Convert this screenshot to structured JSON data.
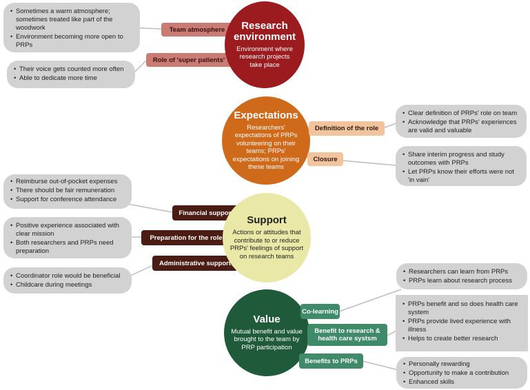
{
  "research": {
    "title": "Research environment",
    "desc": "Environment where research projects take place",
    "branches": [
      {
        "label": "Team atmosphere",
        "items": [
          "Sometimes a warm atmosphere; sometimes treated like part of the woodwork",
          "Environment becoming more open to PRPs"
        ]
      },
      {
        "label": "Role of 'super patients'",
        "items": [
          "Their voice gets counted more often",
          "Able to dedicate more time"
        ]
      }
    ]
  },
  "expectations": {
    "title": "Expectations",
    "desc": "Researchers' expectations of PRPs volunteering on their teams; PRPs' expectations on joining these teams",
    "branches": [
      {
        "label": "Definition of the role",
        "items": [
          "Clear definition of PRPs' role on team",
          "Acknowledge that PRPs' experiences are valid and valuable"
        ]
      },
      {
        "label": "Closure",
        "items": [
          "Share interim progress and study outcomes with PRPs",
          "Let PRPs know their efforts were not 'in vain'"
        ]
      }
    ]
  },
  "support": {
    "title": "Support",
    "desc": "Actions or attitudes that contribute to or reduce PRPs' feelings of support on research teams",
    "branches": [
      {
        "label": "Financial support",
        "items": [
          "Reimburse out-of-pocket expenses",
          "There should be fair remuneration",
          "Support for conference attendance"
        ]
      },
      {
        "label": "Preparation for the role",
        "items": [
          "Positive experience associated with clear mission",
          "Both researchers and PRPs need preparation"
        ]
      },
      {
        "label": "Administrative support",
        "items": [
          "Coordinator role would be beneficial",
          "Childcare during meetings"
        ]
      }
    ]
  },
  "value": {
    "title": "Value",
    "desc": "Mutual benefit and value brought to the team by PRP participation",
    "branches": [
      {
        "label": "Co-learning",
        "items": [
          "Researchers can learn from PRPs",
          "PRPs learn about research process"
        ]
      },
      {
        "label": "Benefit to research & health care systsm",
        "items": [
          "PRPs benefit and so does health care system",
          "PRPs provide lived experience with illness",
          "Helps to create better research"
        ]
      },
      {
        "label": "Benefits to PRPs",
        "items": [
          "Personally rewarding",
          "Opportunity to make a contribution",
          "Enhanced skills"
        ]
      }
    ]
  },
  "colors": {
    "research_circle": "#9b1b1e",
    "research_pill": "#c97b74",
    "expectations_circle": "#d06a1b",
    "expectations_pill": "#f2c49e",
    "support_circle": "#e9e8a7",
    "support_pill": "#4b1c14",
    "value_circle": "#1f5a3a",
    "value_pill": "#3e8a69",
    "bubble": "#d2d2d2",
    "line": "#bdbdbd"
  }
}
